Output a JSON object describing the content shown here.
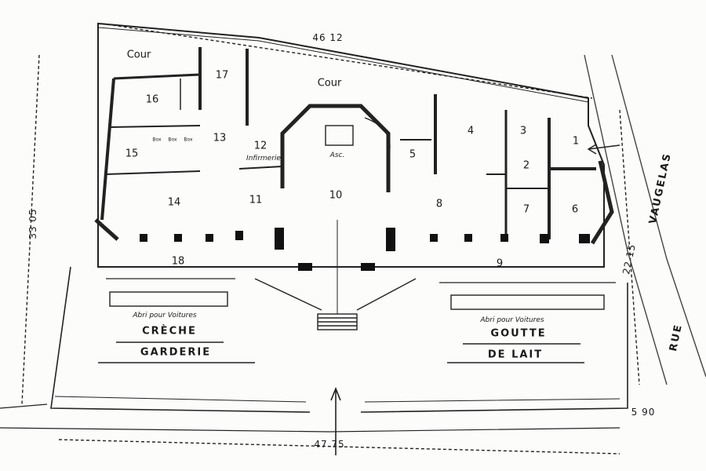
{
  "labels": {
    "cour_left": "Cour",
    "cour_center": "Cour",
    "r1": "1",
    "r2": "2",
    "r3": "3",
    "r4": "4",
    "r5": "5",
    "r6": "6",
    "r7": "7",
    "r8": "8",
    "r9": "9",
    "r10": "10",
    "r11": "11",
    "r12": "12",
    "r13": "13",
    "r14": "14",
    "r15": "15",
    "r16": "16",
    "r17": "17",
    "r18": "18",
    "infirmerie": "Infirmerie",
    "asc": "Asc.",
    "box1": "Box",
    "box2": "Box",
    "box3": "Box",
    "abri_left": "Abri pour Voitures",
    "abri_right": "Abri pour Voitures",
    "creche": "CRÈCHE",
    "garderie": "GARDERIE",
    "goutte": "GOUTTE",
    "de_lait": "DE LAIT",
    "rue": "RUE",
    "vaugelas": "VAUGELAS",
    "dim_top": "46 12",
    "dim_bottom": "47 75",
    "dim_left": "33 05",
    "dim_right": "22 15",
    "dim_corner": "5 90"
  }
}
